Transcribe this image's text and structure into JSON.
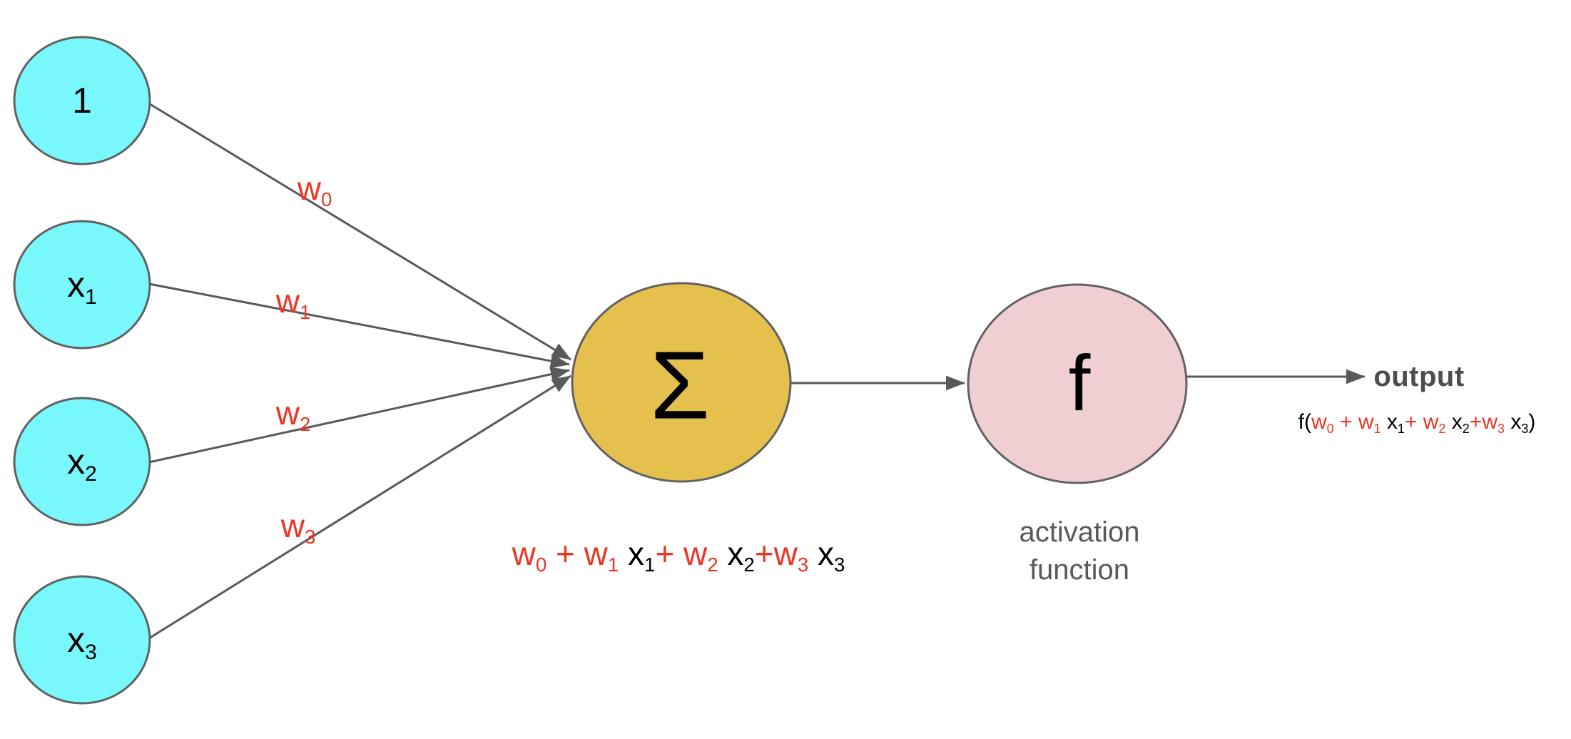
{
  "colors": {
    "red": "#ee3524",
    "black": "#000000",
    "caption_gray": "#595959",
    "output_gray": "#4d4d4d",
    "edge_gray": "#595959",
    "node_stroke": "#616161",
    "input_node_fill": "#78f8fb",
    "sum_node_fill": "#e5c04c",
    "activation_node_fill": "#f0cfd3"
  },
  "nodes": {
    "bias": {
      "label_parts": [
        {
          "t": "1",
          "c": "black"
        }
      ]
    },
    "x1": {
      "label_parts": [
        {
          "t": "x",
          "sub": "1",
          "c": "black"
        }
      ]
    },
    "x2": {
      "label_parts": [
        {
          "t": "x",
          "sub": "2",
          "c": "black"
        }
      ]
    },
    "x3": {
      "label_parts": [
        {
          "t": "x",
          "sub": "3",
          "c": "black"
        }
      ]
    },
    "sum": {
      "symbol_parts": [
        {
          "t": "Σ",
          "c": "black"
        }
      ]
    },
    "activation": {
      "symbol_parts": [
        {
          "t": "f",
          "c": "black"
        }
      ],
      "caption_line1": "activation",
      "caption_line2": "function"
    }
  },
  "weights": {
    "w0_parts": [
      {
        "t": "w",
        "sub": "0",
        "c": "red"
      }
    ],
    "w1_parts": [
      {
        "t": "w",
        "sub": "1",
        "c": "red"
      }
    ],
    "w2_parts": [
      {
        "t": "w",
        "sub": "2",
        "c": "red"
      }
    ],
    "w3_parts": [
      {
        "t": "w",
        "sub": "3",
        "c": "red"
      }
    ]
  },
  "sum_formula_parts": [
    {
      "t": "w",
      "sub": "0",
      "c": "red"
    },
    {
      "t": " + ",
      "c": "red"
    },
    {
      "t": "w",
      "sub": "1",
      "c": "red"
    },
    {
      "t": " x",
      "sub": "1",
      "c": "black"
    },
    {
      "t": "+ ",
      "c": "red"
    },
    {
      "t": "w",
      "sub": "2",
      "c": "red"
    },
    {
      "t": " x",
      "sub": "2",
      "c": "black"
    },
    {
      "t": "+",
      "c": "red"
    },
    {
      "t": "w",
      "sub": "3",
      "c": "red"
    },
    {
      "t": " x",
      "sub": "3",
      "c": "black"
    }
  ],
  "output": {
    "label": "output",
    "formula_parts": [
      {
        "t": "f(",
        "c": "black"
      },
      {
        "t": "w",
        "sub": "0",
        "c": "red"
      },
      {
        "t": " + ",
        "c": "red"
      },
      {
        "t": "w",
        "sub": "1",
        "c": "red"
      },
      {
        "t": " x",
        "sub": "1",
        "c": "black"
      },
      {
        "t": "+ ",
        "c": "red"
      },
      {
        "t": "w",
        "sub": "2",
        "c": "red"
      },
      {
        "t": " x",
        "sub": "2",
        "c": "black"
      },
      {
        "t": "+",
        "c": "red"
      },
      {
        "t": "w",
        "sub": "3",
        "c": "red"
      },
      {
        "t": " x",
        "sub": "3",
        "c": "black"
      },
      {
        "t": ")",
        "c": "black"
      }
    ]
  }
}
